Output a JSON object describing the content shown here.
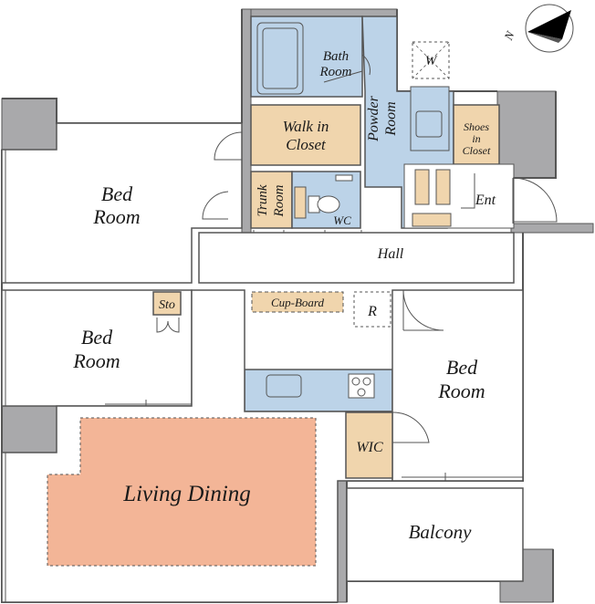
{
  "rooms": {
    "bath": {
      "line1": "Bath",
      "line2": "Room"
    },
    "walk_in_closet": {
      "line1": "Walk in",
      "line2": "Closet"
    },
    "powder": {
      "line1": "Powder",
      "line2": "Room"
    },
    "shoes": {
      "line1": "Shoes",
      "line2": "in",
      "line3": "Closet"
    },
    "washer": "W",
    "bed1": {
      "line1": "Bed",
      "line2": "Room"
    },
    "trunk": {
      "line1": "Trunk",
      "line2": "Room"
    },
    "wc": "WC",
    "entrance": "Ent",
    "hall": "Hall",
    "bed2": {
      "line1": "Bed",
      "line2": "Room"
    },
    "storage": "Sto",
    "cupboard": "Cup-Board",
    "refrigerator": "R",
    "bed3": {
      "line1": "Bed",
      "line2": "Room"
    },
    "wic": "WIC",
    "living_dining": "Living Dining",
    "balcony": "Balcony"
  },
  "compass": {
    "north": "N"
  },
  "colors": {
    "wall": "#a9a9ab",
    "wet_area": "#bcd3e8",
    "closet": "#f0d5ad",
    "living": "#f3b597",
    "kitchen": "#bcd3e8"
  }
}
